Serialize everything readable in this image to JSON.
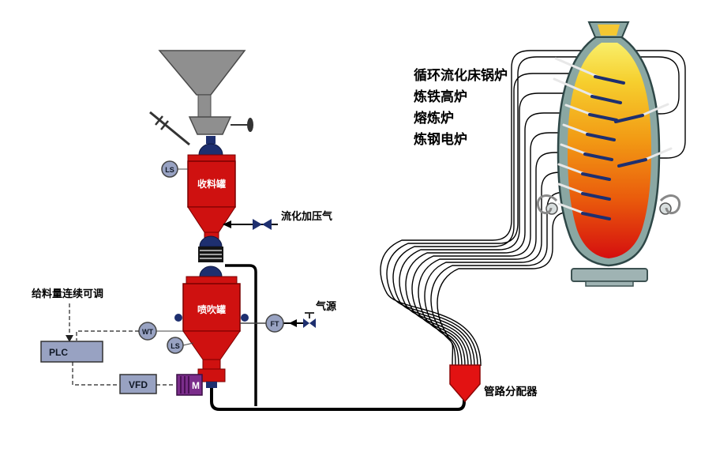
{
  "labels": {
    "feed_note": "给料量连续可调",
    "plc": "PLC",
    "vfd": "VFD",
    "motor": "M",
    "ls": "LS",
    "wt": "WT",
    "ft": "FT",
    "receiving_tank": "收料罐",
    "injection_tank": "喷吹罐",
    "fluidizing_gas": "流化加压气",
    "gas_source": "气源",
    "distributor": "管路分配器",
    "applications": [
      "循环流化床锅炉",
      "炼铁高炉",
      "熔炼炉",
      "炼钢电炉"
    ]
  },
  "colors": {
    "vessel_red": "#cf1110",
    "valve_navy": "#1e2f6f",
    "hopper_gray": "#8f8f8f",
    "instrument_fill": "#98a2c2",
    "control_box": "#98a2c2",
    "motor_purple": "#7b2d8b",
    "distributor_red": "#e21212",
    "furnace_shell": "#8aa7a3",
    "melt_top": "#f9ee6a",
    "melt_bottom": "#d50e0e",
    "pipe_black": "#000000"
  }
}
